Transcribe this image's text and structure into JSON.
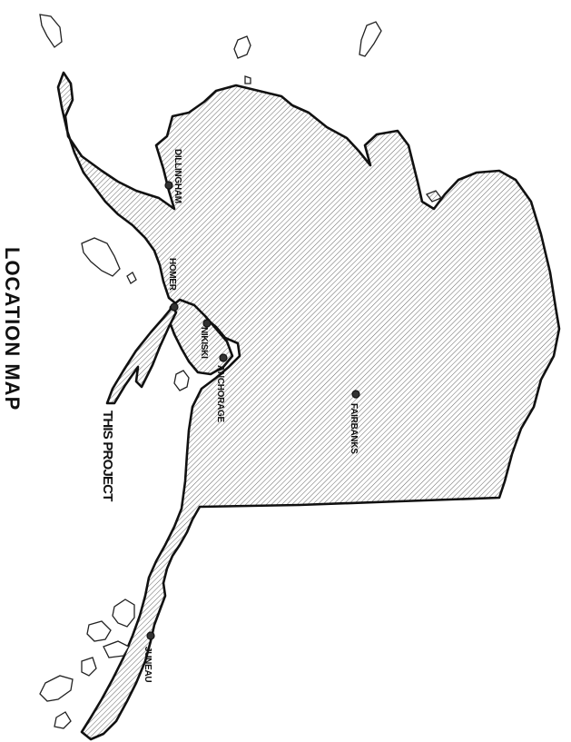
{
  "map": {
    "title": "LOCATION MAP",
    "callout": "THIS PROJECT",
    "cities": [
      {
        "name": "DILLINGHAM"
      },
      {
        "name": "HOMER"
      },
      {
        "name": "NIKISKI"
      },
      {
        "name": "ANCHORAGE"
      },
      {
        "name": "FAIRBANKS"
      },
      {
        "name": "JUNEAU"
      }
    ],
    "colors": {
      "outline": "#111111",
      "hatch": "#555555",
      "background": "#ffffff"
    }
  }
}
